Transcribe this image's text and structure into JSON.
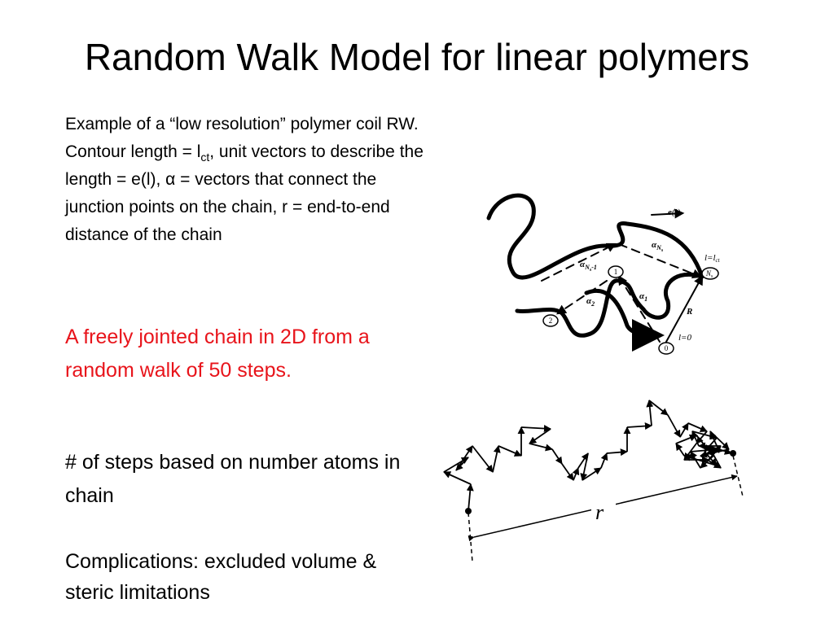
{
  "slide": {
    "title": "Random Walk Model for linear polymers",
    "p1": {
      "a": "Example of a “low resolution” polymer coil RW. Contour length = l",
      "a_sub": "ct",
      "b": ", unit vectors to describe the length = e(l), ",
      "alpha": "α",
      "c": " = vectors that connect the junction points on the chain, r = end-to-end distance of the chain"
    },
    "p2": "A freely jointed chain in 2D from a random walk of 50 steps.",
    "p3": "# of steps based on number atoms in chain",
    "p4": "Complications: excluded volume & steric limitations"
  },
  "figure1": {
    "e_label": "e",
    "e_arg": "(l)",
    "alpha_symbol": "α",
    "alpha_Ns_sub": "N",
    "alpha_Ns_subsub": "s",
    "alpha_Ns1_sub": "N",
    "alpha_Ns1_subsub": "s",
    "alpha_Ns1_tail": "-1",
    "alpha_1_sub": "1",
    "alpha_2_sub": "2",
    "l_lct": "l=l",
    "l_lct_sub": "ct",
    "R_label": "R",
    "l0": "l=0",
    "node_0": "0",
    "node_1": "1",
    "node_2": "2",
    "node_Ns": "N",
    "node_Ns_sub": "s"
  },
  "figure2": {
    "r_label": "r"
  }
}
